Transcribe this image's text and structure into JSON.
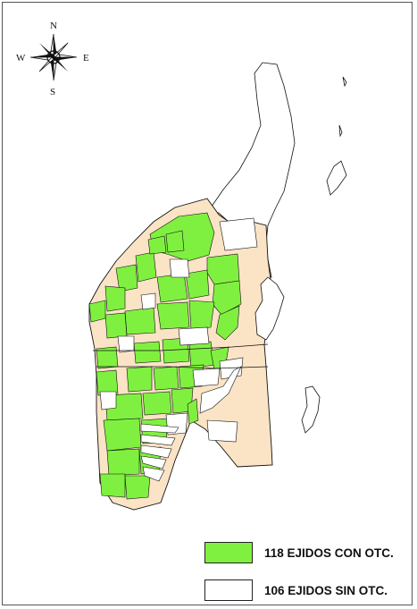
{
  "compass": {
    "north": "N",
    "south": "S",
    "east": "E",
    "west": "W",
    "icon": "compass-rose-icon"
  },
  "legend": {
    "with_otc": {
      "label": "118 EJIDOS CON OTC.",
      "color": "#80f040"
    },
    "without_otc": {
      "label": "106 EJIDOS SIN OTC.",
      "color": "#ffffff"
    }
  },
  "map": {
    "colors": {
      "ejido_with_otc": "#80f040",
      "ejido_without_otc": "#ffffff",
      "other_land": "#fbe3c6",
      "outline": "#111111"
    }
  }
}
